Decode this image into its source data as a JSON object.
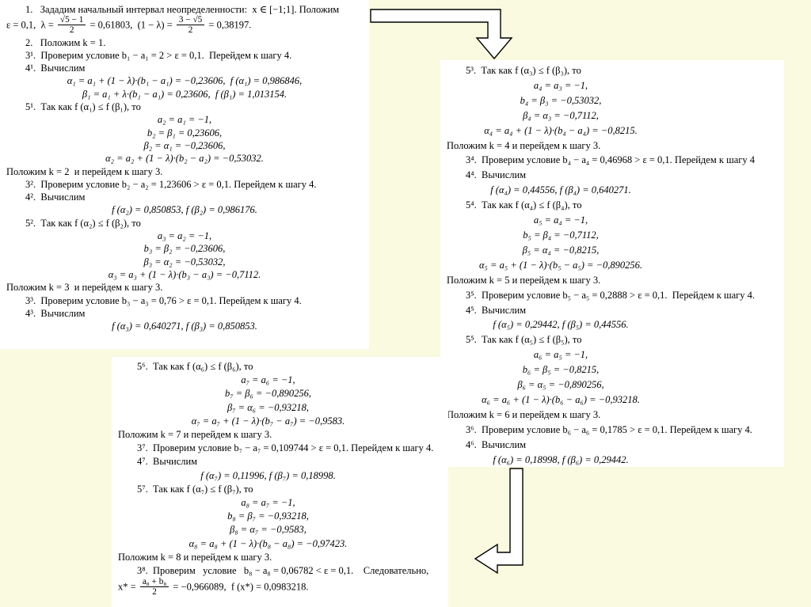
{
  "slide": {
    "background_color": "#FAFAE1",
    "panel_color": "#FFFFFF",
    "text_color": "#000000",
    "description": "Worked example of the golden-section search method (metod zolotogo secheniya), steps k = 1..8"
  },
  "panels": [
    {
      "name": "solution-panel-steps-1-to-4-3",
      "lines": [
        {
          "type": "item",
          "text": "1.   Зададим начальный интервал неопределенности:  x ∈ [−1;1]. Положим"
        },
        {
          "type": "plain",
          "segments": [
            "ε = 0,1,  λ = ",
            {
              "num": "√5 − 1",
              "den": "2"
            },
            " = 0,61803,  (1 − λ) = ",
            {
              "num": "3 − √5",
              "den": "2"
            },
            " = 0,38197."
          ]
        },
        {
          "type": "item",
          "text": "2.   Положим k = 1."
        },
        {
          "type": "item",
          "text": "3¹.  Проверим условие b₁ − a₁ = 2 > ε = 0,1.  Перейдем к шагу 4."
        },
        {
          "type": "item",
          "text": "4¹.  Вычислим"
        },
        {
          "type": "eq",
          "text": "α₁ = a₁ + (1 − λ)·(b₁ − a₁) = −0,23606,  f (α₁) = 0,986846,"
        },
        {
          "type": "eq",
          "text": "β₁ = a₁ + λ·(b₁ − a₁) = 0,23606,  f (β₁) = 1,013154."
        },
        {
          "type": "item",
          "text": "5¹.  Так как f (α₁) ≤ f (β₁), то"
        },
        {
          "type": "eq",
          "text": "a₂ = a₁ = −1,"
        },
        {
          "type": "eq",
          "text": "b₂ = β₁ = 0,23606,"
        },
        {
          "type": "eq",
          "text": "β₂ = α₁ = −0,23606,"
        },
        {
          "type": "eq",
          "text": "α₂ = a₂ + (1 − λ)·(b₂ − a₂) = −0,53032."
        },
        {
          "type": "plain",
          "text": "Положим k = 2  и перейдем к шагу 3."
        },
        {
          "type": "item",
          "text": "3².  Проверим условие b₂ − a₂ = 1,23606 > ε = 0,1. Перейдем к шагу 4."
        },
        {
          "type": "item",
          "text": "4².  Вычислим"
        },
        {
          "type": "eq",
          "text": "f (α₂) = 0,850853, f (β₂) = 0,986176."
        },
        {
          "type": "item",
          "text": "5².  Так как f (α₂) ≤ f (β₂), то"
        },
        {
          "type": "eq",
          "text": "a₃ = a₂ = −1,"
        },
        {
          "type": "eq",
          "text": "b₃ = β₂ = −0,23606,"
        },
        {
          "type": "eq",
          "text": "β₃ = α₂ = −0,53032,"
        },
        {
          "type": "eq",
          "text": "α₃ = a₃ + (1 − λ)·(b₃ − a₃) = −0,7112."
        },
        {
          "type": "plain",
          "text": "Положим k = 3  и перейдем к шагу 3."
        },
        {
          "type": "item",
          "text": "3³.  Проверим условие b₃ − a₃ = 0,76 > ε = 0,1. Перейдем к шагу 4."
        },
        {
          "type": "item",
          "text": "4³.  Вычислим"
        },
        {
          "type": "eq",
          "text": "f (α₃) = 0,640271, f (β₃) = 0,850853."
        }
      ]
    },
    {
      "name": "solution-panel-steps-5-3-to-4-6",
      "lines": [
        {
          "type": "item",
          "text": "5³.  Так как f (α₃) ≤ f (β₃), то"
        },
        {
          "type": "eq",
          "text": "a₄ = a₃ = −1,"
        },
        {
          "type": "eq",
          "text": "b₄ = β₃ = −0,53032,"
        },
        {
          "type": "eq",
          "text": "β₄ = α₃ = −0,7112,"
        },
        {
          "type": "eq",
          "text": "α₄ = a₄ + (1 − λ)·(b₄ − a₄) = −0,8215."
        },
        {
          "type": "plain",
          "text": "Положим k = 4 и перейдем к шагу 3."
        },
        {
          "type": "item",
          "text": "3⁴.  Проверим условие b₄ − a₄ = 0,46968 > ε = 0,1. Перейдем к шагу 4"
        },
        {
          "type": "item",
          "text": "4⁴.  Вычислим"
        },
        {
          "type": "eq",
          "text": "f (α₄) = 0,44556, f (β₄) = 0,640271."
        },
        {
          "type": "item",
          "text": "5⁴.  Так как f (α₄) ≤ f (β₄), то"
        },
        {
          "type": "eq",
          "text": "a₅ = a₄ = −1,"
        },
        {
          "type": "eq",
          "text": "b₅ = β₄ = −0,7112,"
        },
        {
          "type": "eq",
          "text": "β₅ = α₄ = −0,8215,"
        },
        {
          "type": "eq",
          "text": "α₅ = a₅ + (1 − λ)·(b₅ − a₅) = −0,890256."
        },
        {
          "type": "plain",
          "text": "Положим k = 5 и перейдем к шагу 3."
        },
        {
          "type": "item",
          "text": "3⁵.  Проверим условие b₅ − a₅ = 0,2888 > ε = 0,1.  Перейдем к шагу 4."
        },
        {
          "type": "item",
          "text": "4⁵.  Вычислим"
        },
        {
          "type": "eq",
          "text": "f (α₅) = 0,29442, f (β₅) = 0,44556."
        },
        {
          "type": "item",
          "text": "5⁵.  Так как f (α₅) ≤ f (β₅), то"
        },
        {
          "type": "eq",
          "text": "a₆ = a₅ = −1,"
        },
        {
          "type": "eq",
          "text": "b₆ = β₅ = −0,8215,"
        },
        {
          "type": "eq",
          "text": "β₆ = α₅ = −0,890256,"
        },
        {
          "type": "eq",
          "text": "α₆ = a₆ + (1 − λ)·(b₆ − a₆) = −0,93218."
        },
        {
          "type": "plain",
          "text": "Положим k = 6 и перейдем к шагу 3."
        },
        {
          "type": "item",
          "text": "3⁶.  Проверим условие b₆ − a₆ = 0,1785 > ε = 0,1. Перейдем к шагу 4."
        },
        {
          "type": "item",
          "text": "4⁶.  Вычислим"
        },
        {
          "type": "eq",
          "text": "f (α₆) = 0,18998, f (β₆) = 0,29442."
        }
      ]
    },
    {
      "name": "solution-panel-steps-5-6-to-final",
      "lines": [
        {
          "type": "item",
          "text": "5⁶.  Так как f (α₆) ≤ f (β₆), то"
        },
        {
          "type": "eq",
          "text": "a₇ = a₆ = −1,"
        },
        {
          "type": "eq",
          "text": "b₇ = β₆ = −0,890256,"
        },
        {
          "type": "eq",
          "text": "β₇ = α₆ = −0,93218,"
        },
        {
          "type": "eq",
          "text": "α₇ = a₇ + (1 − λ)·(b₇ − a₇) = −0,9583."
        },
        {
          "type": "plain",
          "text": "Положим k = 7 и перейдем к шагу 3."
        },
        {
          "type": "item",
          "text": "3⁷.  Проверим условие b₇ − a₇ = 0,109744 > ε = 0,1. Перейдем к шагу 4."
        },
        {
          "type": "item",
          "text": "4⁷.  Вычислим"
        },
        {
          "type": "eq",
          "text": "f (α₇) = 0,11996, f (β₇) = 0,18998."
        },
        {
          "type": "item",
          "text": "5⁷.  Так как f (α₇) ≤ f (β₇), то"
        },
        {
          "type": "eq",
          "text": "a₈ = a₇ = −1,"
        },
        {
          "type": "eq",
          "text": "b₈ = β₇ = −0,93218,"
        },
        {
          "type": "eq",
          "text": "β₈ = α₇ = −0,9583,"
        },
        {
          "type": "eq",
          "text": "α₈ = a₈ + (1 − λ)·(b₈ − a₈) = −0,97423."
        },
        {
          "type": "plain",
          "text": "Положим k = 8 и перейдем к шагу 3."
        },
        {
          "type": "item",
          "text": "3⁸.  Проверим   условие   b₈ − a₈ = 0,06782 < ε = 0,1.    Следовательно,"
        },
        {
          "type": "plain",
          "segments": [
            "x* = ",
            {
              "num": "a₈ + b₈",
              "den": "2"
            },
            " = −0,966089,  f (x*) = 0,0983218."
          ]
        }
      ]
    }
  ],
  "arrows": [
    {
      "name": "arrow-right-then-down-icon",
      "from": "panel-1",
      "to": "panel-2"
    },
    {
      "name": "arrow-down-then-left-icon",
      "from": "panel-2",
      "to": "panel-3"
    }
  ]
}
